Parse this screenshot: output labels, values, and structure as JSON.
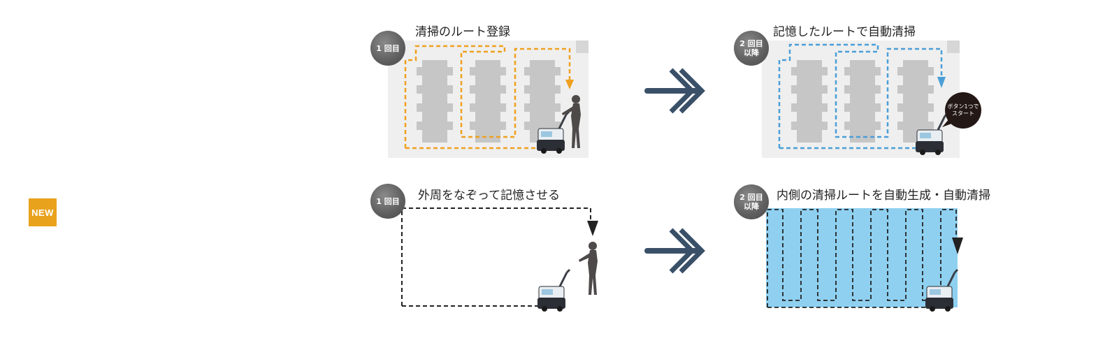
{
  "badge": {
    "new_label": "NEW",
    "color": "#e8a21c"
  },
  "panels": [
    {
      "step_line1": "1 回目",
      "step_line2": "",
      "title": "清掃のルート登録",
      "route_color": "#f0a020"
    },
    {
      "step_line1": "2 回目",
      "step_line2": "以降",
      "title": "記憶したルートで自動清掃",
      "route_color": "#4a9fd8",
      "bubble_line1": "ボタン1つで",
      "bubble_line2": "スタート"
    },
    {
      "step_line1": "1 回目",
      "step_line2": "",
      "title": "外周をなぞって記憶させる",
      "route_color": "#222222"
    },
    {
      "step_line1": "2 回目",
      "step_line2": "以降",
      "title": "内側の清掃ルートを自動生成・自動清掃",
      "route_color": "#222222",
      "fill_color": "#8fd0f0"
    }
  ],
  "arrow_color": "#3a5068"
}
